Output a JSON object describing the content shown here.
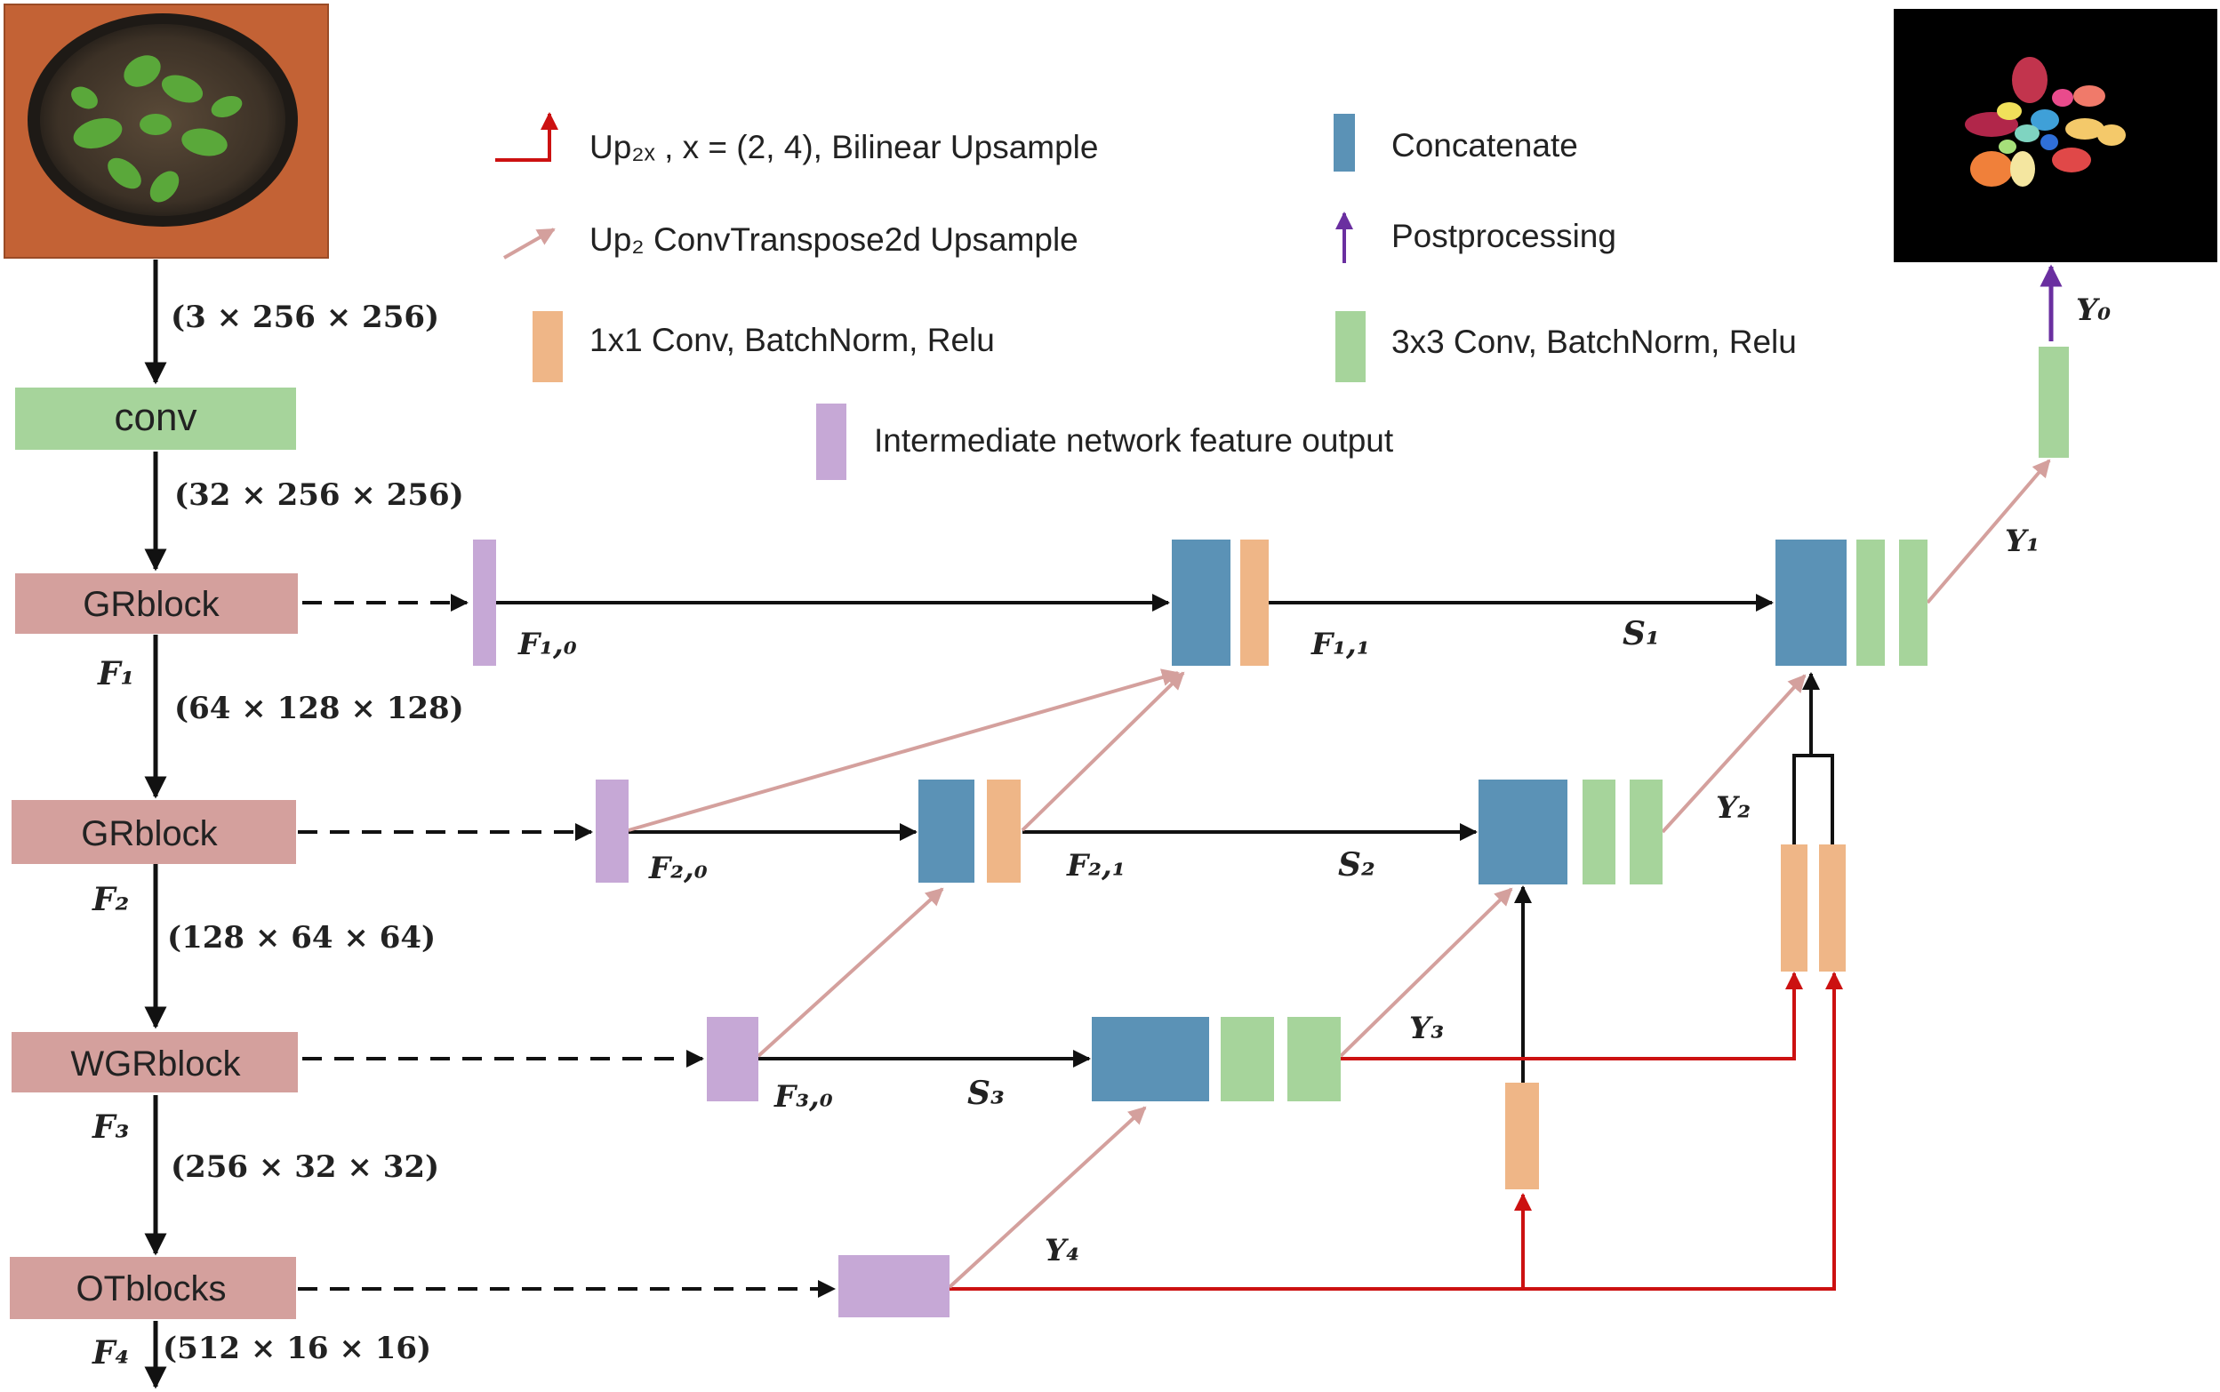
{
  "colors": {
    "concat": "#5b92b6",
    "conv1x1": "#efb687",
    "conv3x3": "#a6d49b",
    "intermediate": "#c6a8d6",
    "block": "#d4a09d",
    "conv_block": "#a6d49b",
    "up_bilinear": "#cc1111",
    "up_transpose": "#d4a09d",
    "postprocess": "#6a2fa0",
    "arrow": "#111111"
  },
  "legend": {
    "up_bilinear": "Up₂ₓ , x = (2, 4), Bilinear Upsample",
    "up_transpose": "Up₂  ConvTranspose2d Upsample",
    "conv1x1": "1x1 Conv, BatchNorm, Relu",
    "intermediate": "Intermediate network feature output",
    "concat": "Concatenate",
    "postprocess": "Postprocessing",
    "conv3x3": "3x3 Conv, BatchNorm, Relu"
  },
  "backbone": {
    "conv": "conv",
    "gr1": "GRblock",
    "gr2": "GRblock",
    "wgr": "WGRblock",
    "ot": "OTblocks"
  },
  "dims": {
    "d0": "(3 × 256 × 256)",
    "d1": "(32 × 256 × 256)",
    "d2": "(64 × 128 × 128)",
    "d3": "(128 × 64 × 64)",
    "d4": "(256 × 32 × 32)",
    "d5": "(512 × 16 × 16)"
  },
  "labels": {
    "F1": "F₁",
    "F2": "F₂",
    "F3": "F₃",
    "F4": "F₄",
    "F10": "F₁,₀",
    "F11": "F₁,₁",
    "F20": "F₂,₀",
    "F21": "F₂,₁",
    "F30": "F₃,₀",
    "S1": "S₁",
    "S2": "S₂",
    "S3": "S₃",
    "Y0": "Y₀",
    "Y1": "Y₁",
    "Y2": "Y₂",
    "Y3": "Y₃",
    "Y4": "Y₄"
  },
  "images": {
    "input": "potted rosette plant photo",
    "output": "instance segmentation mask of leaves"
  }
}
